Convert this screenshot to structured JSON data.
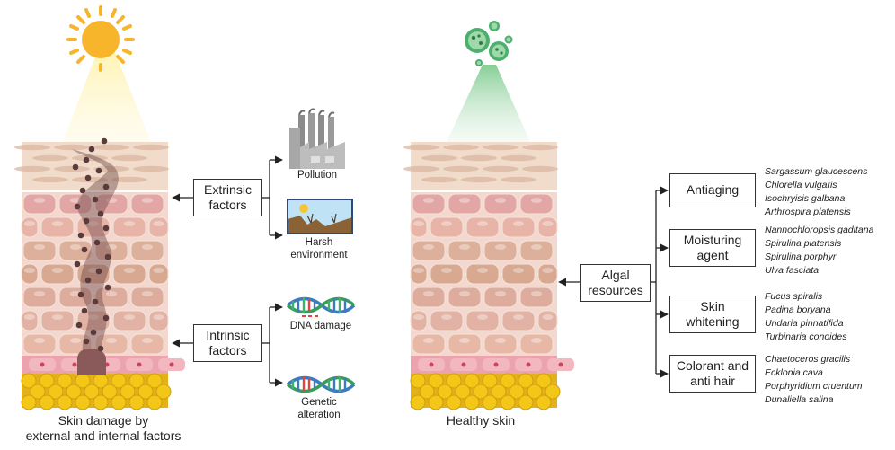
{
  "left_panel": {
    "caption_line1": "Skin damage by",
    "caption_line2": "external and internal factors"
  },
  "right_panel": {
    "caption": "Healthy skin"
  },
  "extrinsic": {
    "label_line1": "Extrinsic",
    "label_line2": "factors",
    "pollution": "Pollution",
    "harsh_line1": "Harsh",
    "harsh_line2": "environment"
  },
  "intrinsic": {
    "label_line1": "Intrinsic",
    "label_line2": "factors",
    "dna_damage": "DNA damage",
    "genetic_line1": "Genetic",
    "genetic_line2": "alteration"
  },
  "algal": {
    "label_line1": "Algal",
    "label_line2": "resources"
  },
  "uses": [
    {
      "line1": "Antiaging",
      "line2": "",
      "species": [
        "Sargassum glaucescens",
        "Chlorella vulgaris",
        "Isochryisis galbana",
        "Arthrospira platensis"
      ]
    },
    {
      "line1": "Moisturing",
      "line2": "agent",
      "species": [
        "Nannochloropsis gaditana",
        "Spirulina platensis",
        "Spirulina porphyr",
        "Ulva fasciata"
      ]
    },
    {
      "line1": "Skin",
      "line2": "whitening",
      "species": [
        "Fucus spiralis",
        "Padina boryana",
        "Undaria pinnatifida",
        "Turbinaria conoides"
      ]
    },
    {
      "line1": "Colorant and",
      "line2": "anti hair",
      "species": [
        "Chaetoceros gracilis",
        "Ecklonia cava",
        "Porphyridium cruentum",
        "Dunaliella salina"
      ]
    }
  ],
  "colors": {
    "sun": "#F7B52C",
    "algae": "#4CAF6E",
    "skin_top": "#F1DCCB",
    "skin_mid": "#E8B9AE",
    "fat": "#F2C718",
    "damage": "#6E4A4A"
  }
}
